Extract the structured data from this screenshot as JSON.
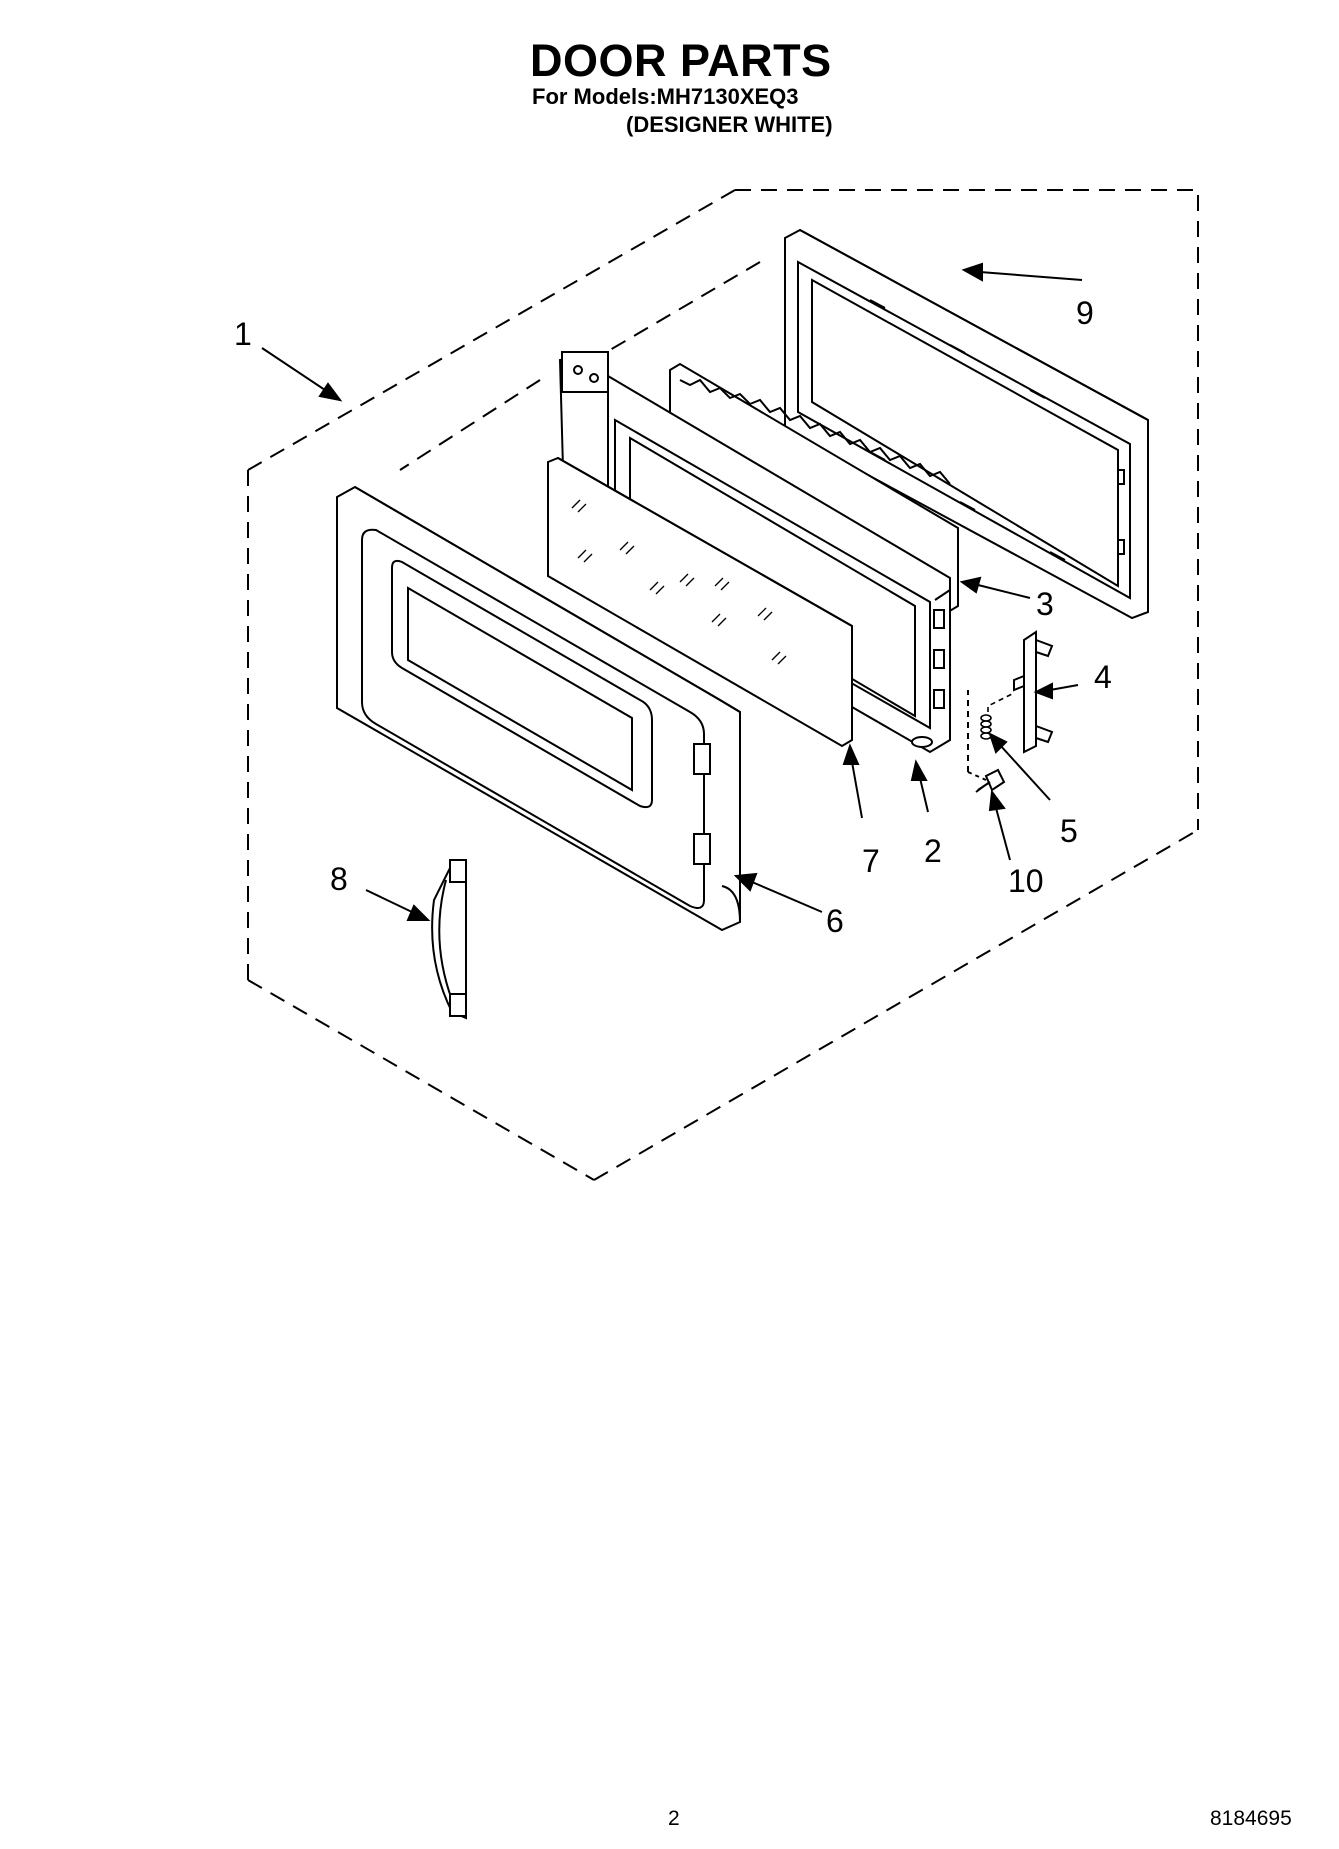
{
  "header": {
    "title": "DOOR PARTS",
    "models_line": "For Models:MH7130XEQ3",
    "finish_line": "(DESIGNER WHITE)"
  },
  "callouts": [
    "1",
    "2",
    "3",
    "4",
    "5",
    "6",
    "7",
    "8",
    "9",
    "10"
  ],
  "footer": {
    "page_number": "2",
    "document_number": "8184695"
  }
}
